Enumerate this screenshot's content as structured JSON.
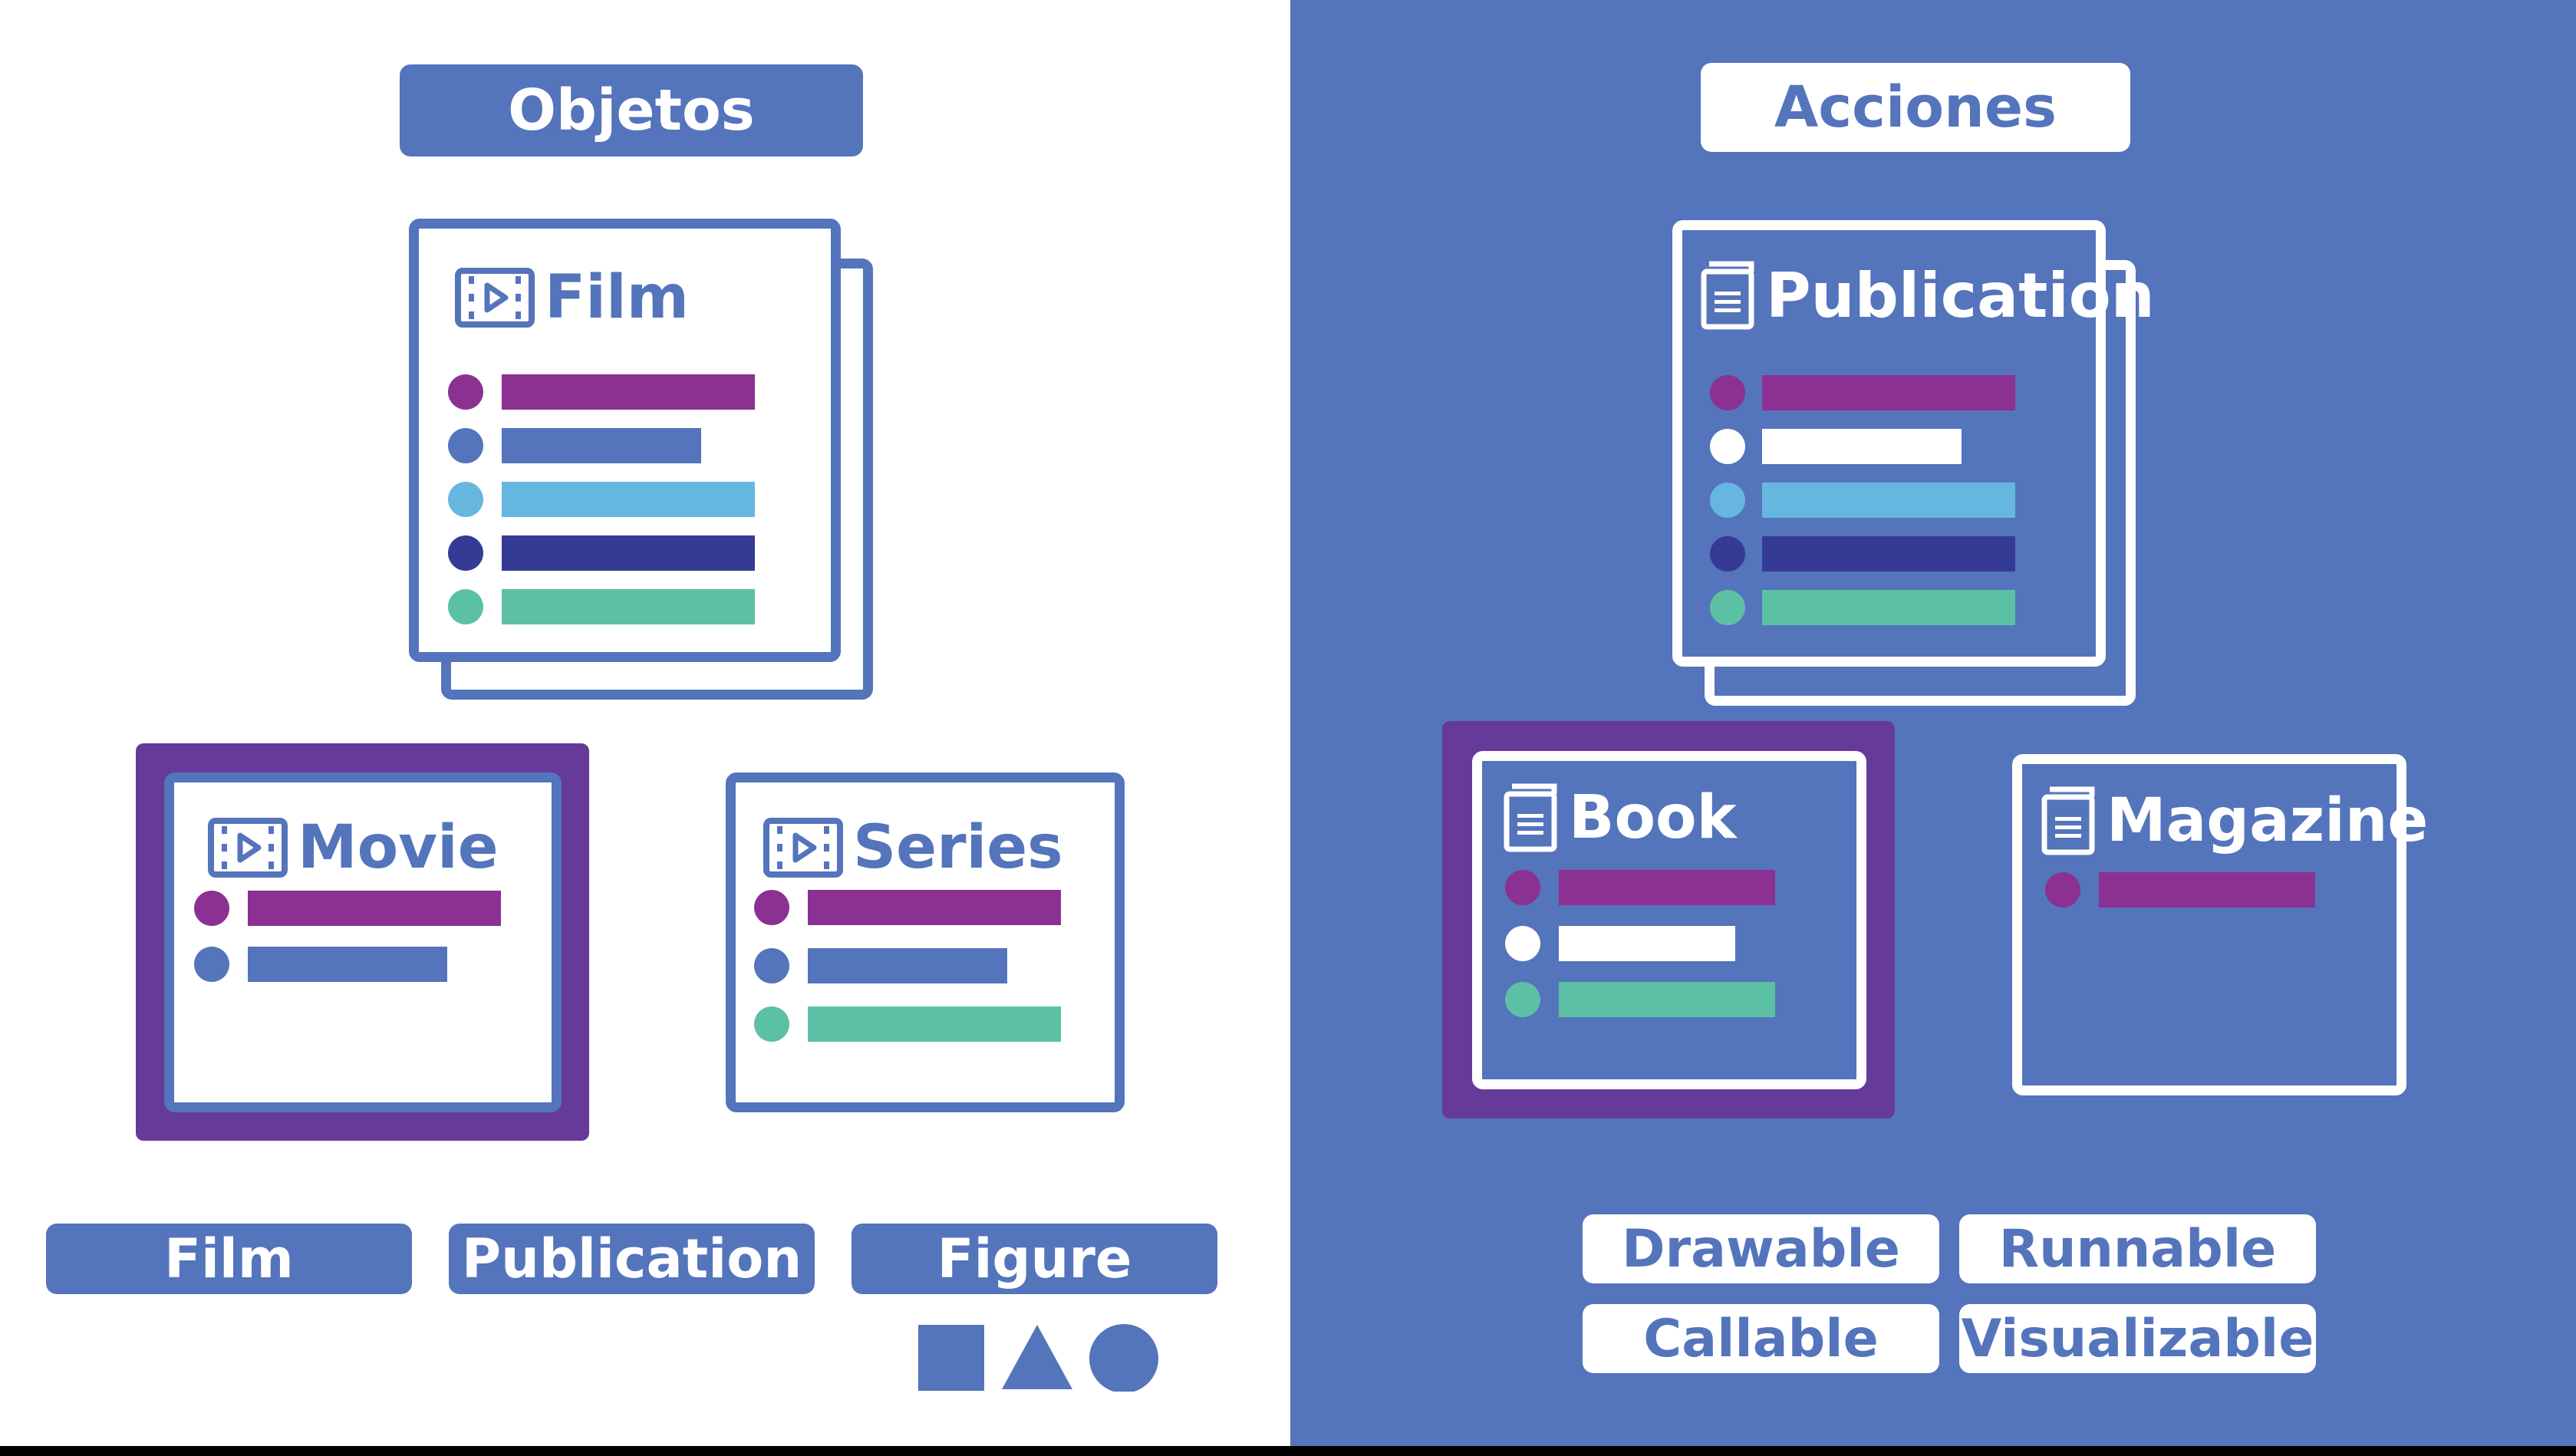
{
  "colors": {
    "blue": "#5474bc",
    "white": "#ffffff",
    "magenta": "#8a3192",
    "sky": "#66b7e0",
    "navy": "#353b94",
    "teal": "#5cc0a5",
    "frame_purple": "#663a99",
    "dark_bar": "#000000"
  },
  "left_panel": {
    "header": "Objetos",
    "parent": {
      "icon": "film-icon",
      "label": "Film",
      "rows": [
        "magenta",
        "blue",
        "sky",
        "navy",
        "teal"
      ]
    },
    "children": [
      {
        "icon": "film-icon",
        "label": "Movie",
        "highlighted": true,
        "rows": [
          "magenta",
          "blue"
        ]
      },
      {
        "icon": "film-icon",
        "label": "Series",
        "highlighted": false,
        "rows": [
          "magenta",
          "blue",
          "teal"
        ]
      }
    ],
    "tags": [
      "Film",
      "Publication",
      "Figure"
    ],
    "shapes": [
      "square-icon",
      "triangle-icon",
      "circle-icon"
    ]
  },
  "right_panel": {
    "header": "Acciones",
    "parent": {
      "icon": "document-icon",
      "label": "Publication",
      "rows": [
        "magenta",
        "white",
        "sky",
        "navy",
        "teal"
      ]
    },
    "children": [
      {
        "icon": "document-icon",
        "label": "Book",
        "highlighted": true,
        "rows": [
          "magenta",
          "white",
          "teal"
        ]
      },
      {
        "icon": "document-icon",
        "label": "Magazine",
        "highlighted": false,
        "rows": [
          "magenta"
        ]
      }
    ],
    "tags": [
      "Drawable",
      "Runnable",
      "Callable",
      "Visualizable"
    ]
  }
}
